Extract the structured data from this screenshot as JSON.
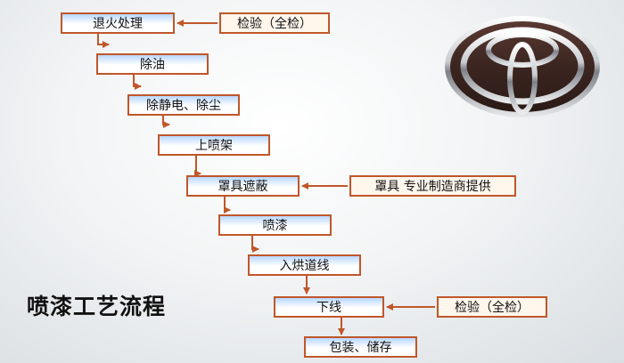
{
  "diagram": {
    "title": "喷漆工艺流程",
    "steps": [
      "退火处理",
      "除油",
      "除静电、除尘",
      "上喷架",
      "罩具遮蔽",
      "喷漆",
      "入烘道线",
      "下线",
      "包装、储存"
    ],
    "side_notes": {
      "inspection_1": "检验（全检）",
      "mask_supplier": "罩具 专业制造商提供",
      "inspection_2": "检验（全检）"
    },
    "colors": {
      "box_border": "#c0572a",
      "arrow": "#c0572a",
      "box_top": "#b9d7ff",
      "box_fill": "#ffffff"
    },
    "logo": "toyota-emblem-icon"
  }
}
